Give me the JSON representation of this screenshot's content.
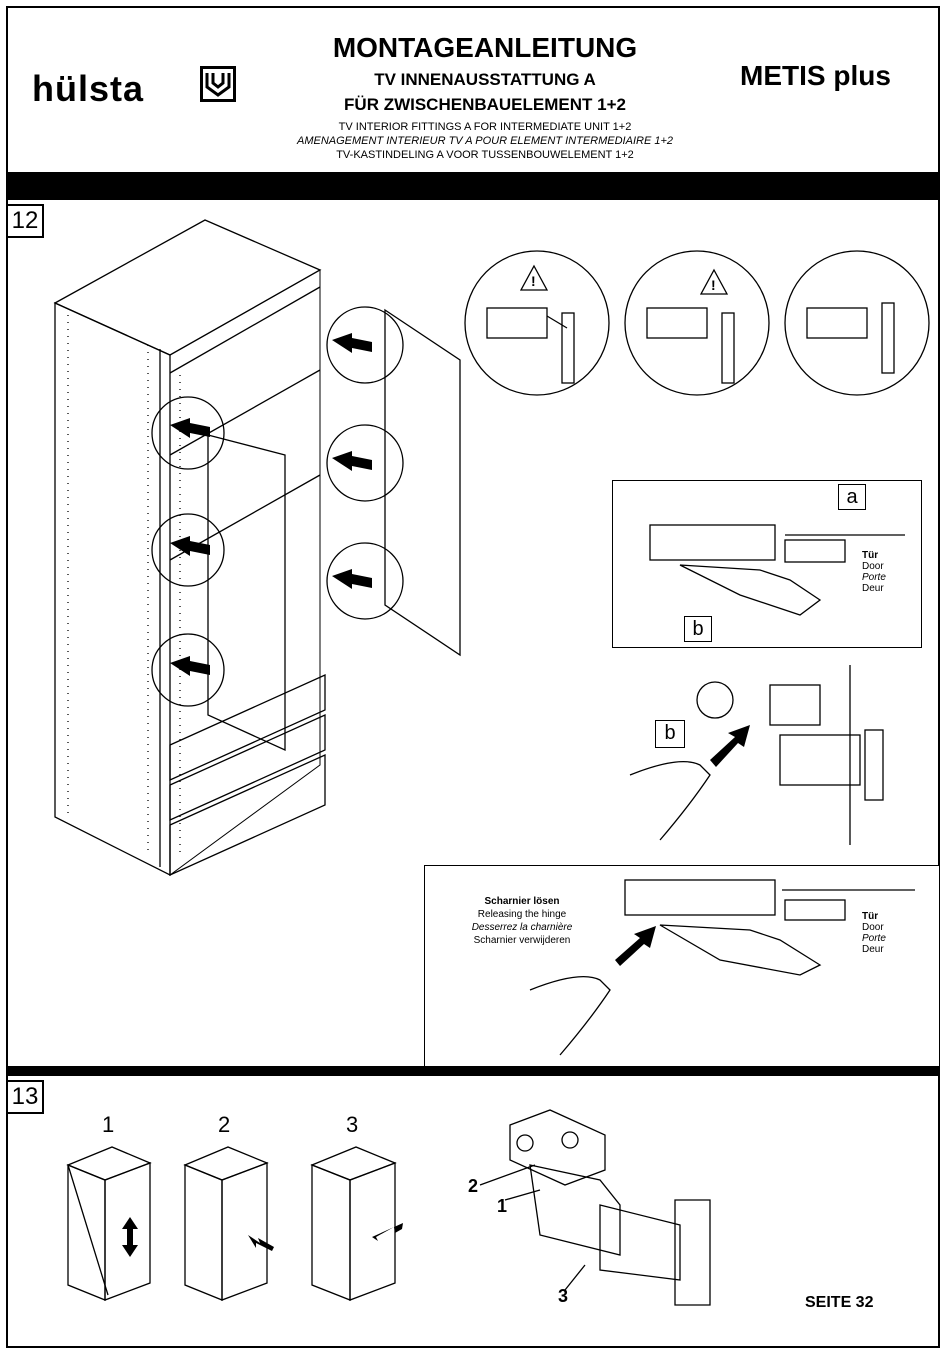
{
  "header": {
    "brand": "hülsta",
    "title": "MONTAGEANLEITUNG",
    "subtitle_de_1": "TV INNENAUSSTATTUNG A",
    "subtitle_de_2": "FÜR ZWISCHENBAUELEMENT 1+2",
    "subtitle_en": "TV INTERIOR FITTINGS A FOR INTERMEDIATE UNIT 1+2",
    "subtitle_fr": "AMENAGEMENT INTERIEUR TV A  POUR ELEMENT INTERMEDIAIRE 1+2",
    "subtitle_nl": "TV-KASTINDELING A VOOR TUSSENBOUWELEMENT 1+2",
    "model": "METIS plus"
  },
  "step12": {
    "number": "12",
    "detail_a": {
      "label_a": "a",
      "label_b": "b",
      "door_de": "Tür",
      "door_en": "Door",
      "door_fr": "Porte",
      "door_nl": "Deur"
    },
    "detail_b": {
      "label_b": "b"
    },
    "release": {
      "title_de": "Scharnier lösen",
      "title_en": "Releasing the hinge",
      "title_fr": "Desserrez la charnière",
      "title_nl": "Scharnier verwijderen",
      "door_de": "Tür",
      "door_en": "Door",
      "door_fr": "Porte",
      "door_nl": "Deur"
    }
  },
  "step13": {
    "number": "13",
    "adjust_labels": [
      "1",
      "2",
      "3"
    ],
    "hinge_callouts": [
      "2",
      "1",
      "3"
    ]
  },
  "footer": {
    "page": "SEITE 32"
  },
  "colors": {
    "ink": "#000000",
    "paper": "#ffffff"
  }
}
